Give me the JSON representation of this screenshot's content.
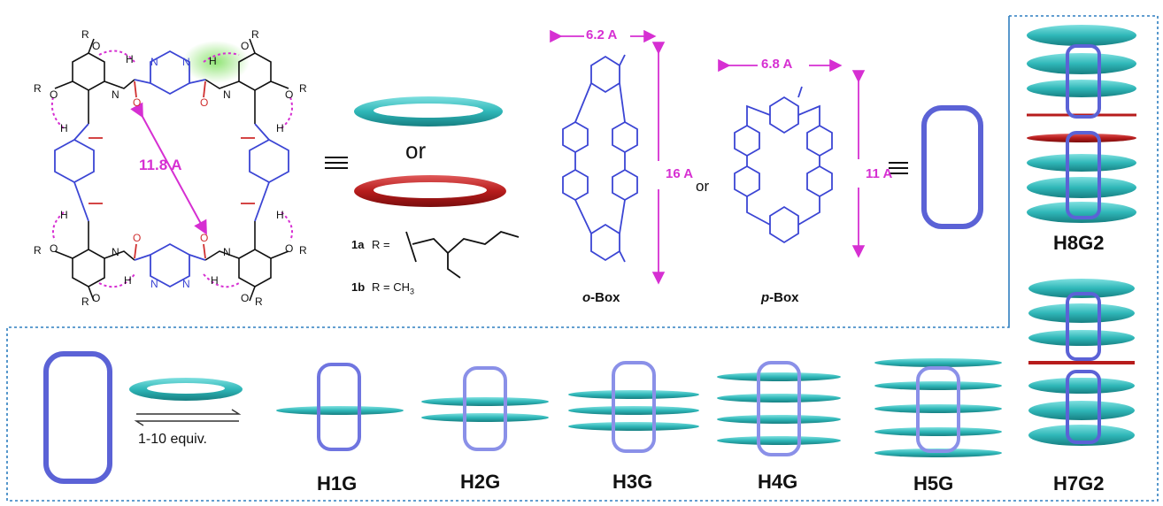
{
  "macrocycle": {
    "distance": "11.8 A",
    "atoms": {
      "O": "O",
      "R": "R",
      "H": "H",
      "N": "N"
    }
  },
  "equivalence": {
    "or": "or"
  },
  "substituents": {
    "a_label": "1a",
    "a_eq": "R =",
    "b_label": "1b",
    "b_eq": "R = CH",
    "b_sub": "3"
  },
  "obox": {
    "width": "6.2 A",
    "height": "16 A",
    "name_prefix": "o",
    "name_suffix": "-Box"
  },
  "pbox": {
    "width": "6.8 A",
    "height": "11 A",
    "name_prefix": "p",
    "name_suffix": "-Box"
  },
  "box_or": "or",
  "equilibrium": {
    "text": "1-10 equiv."
  },
  "complexes": [
    "H1G",
    "H2G",
    "H3G",
    "H4G",
    "H5G"
  ],
  "stacks": {
    "top": "H8G2",
    "bottom": "H7G2"
  },
  "colors": {
    "ring_teal": "#2fb7b8",
    "ring_red": "#b71c1c",
    "box_blue": "#5b62d6",
    "magenta": "#d62fd2",
    "border_blue": "#2f7fc0"
  }
}
